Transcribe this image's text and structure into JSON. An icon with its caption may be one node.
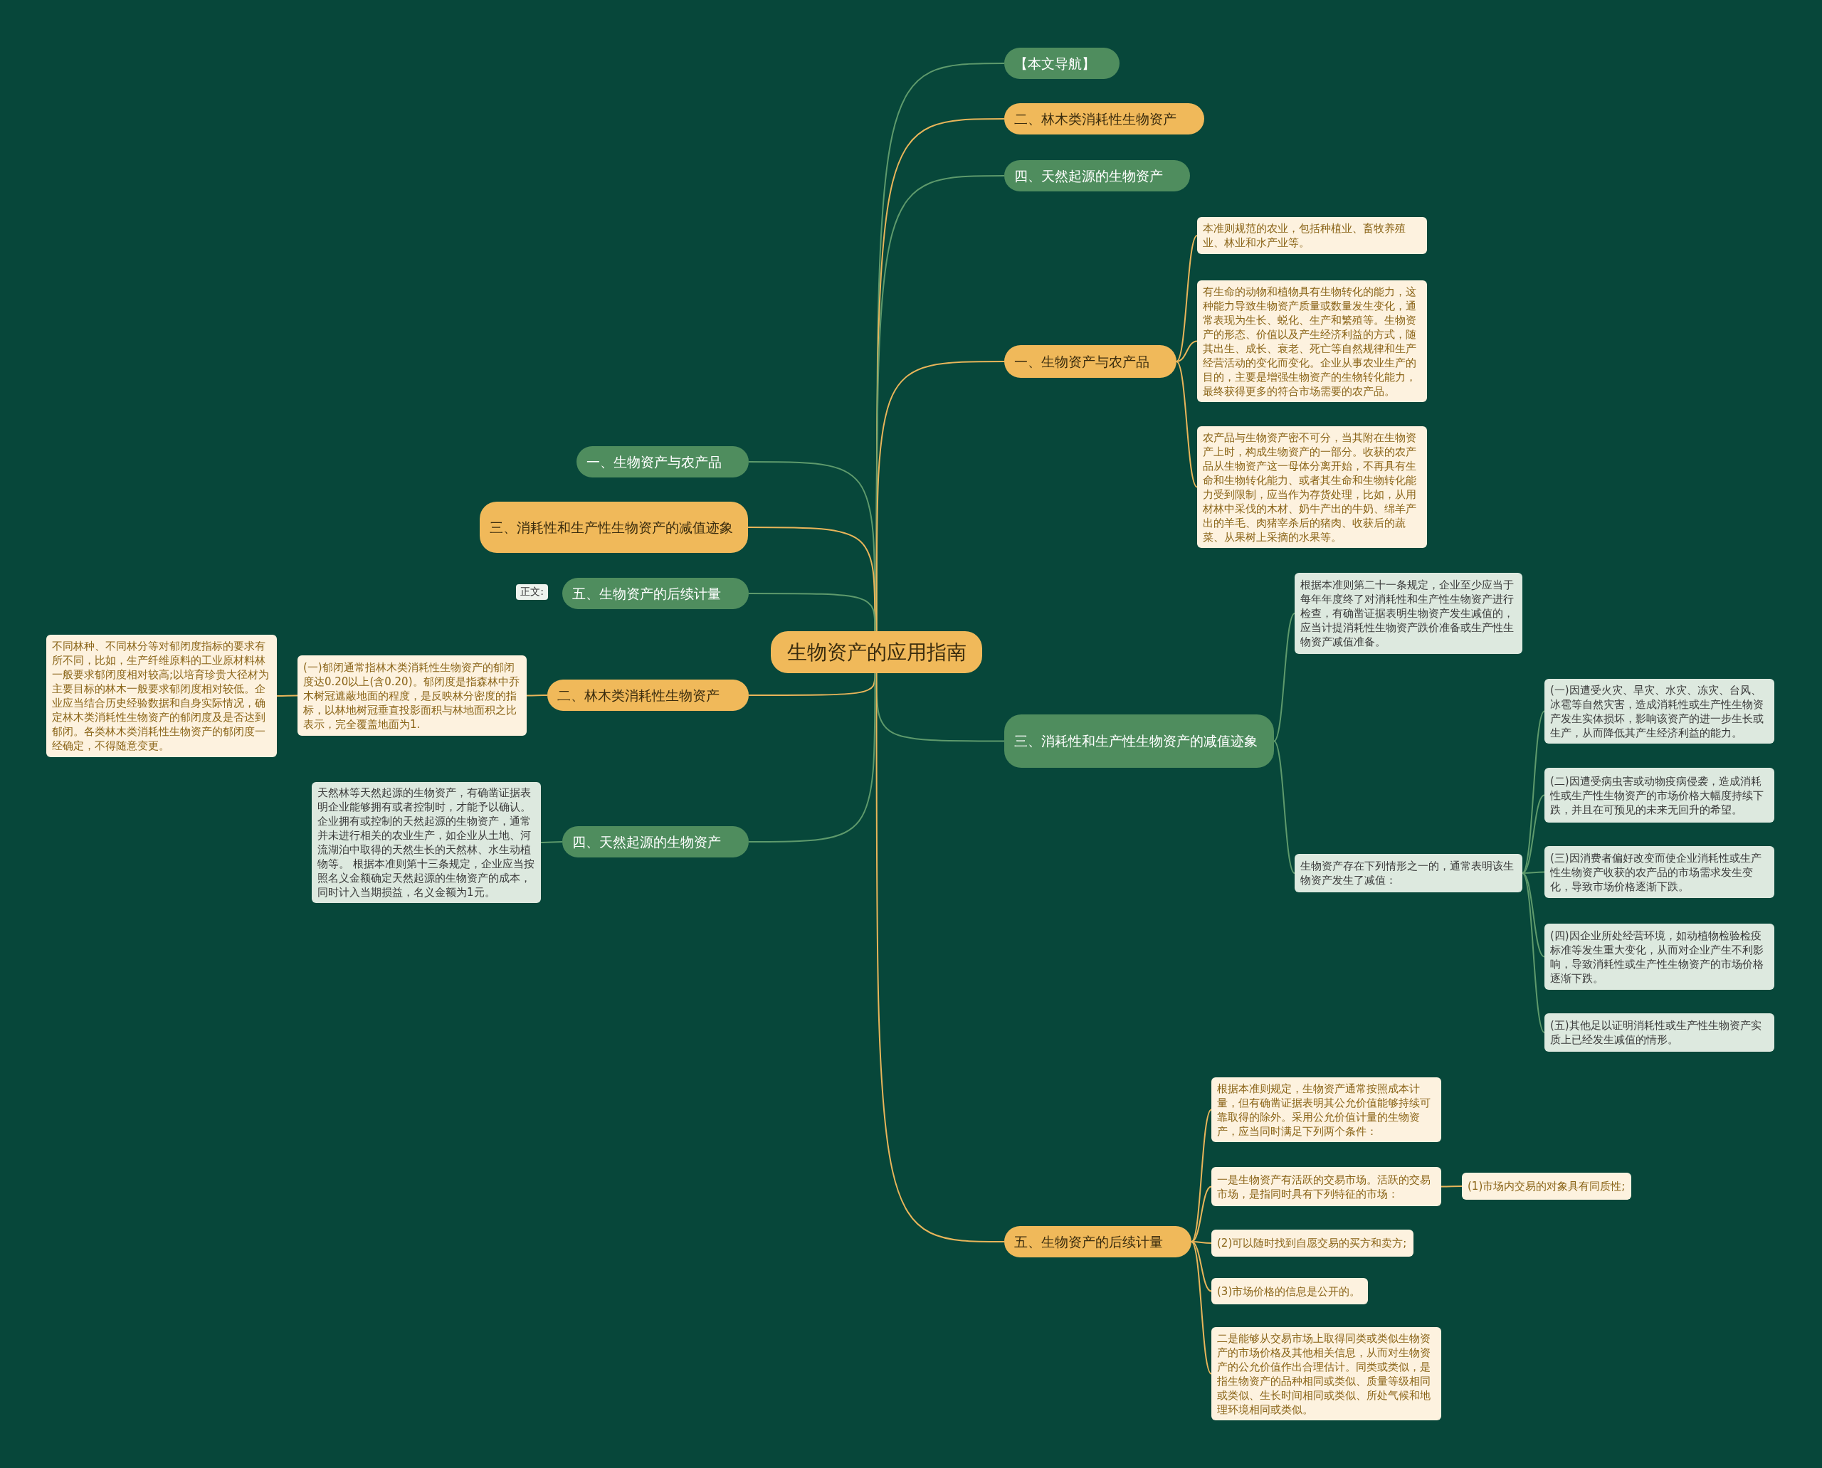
{
  "diagram": {
    "nodes": [
      {
        "text": [
          "生物资产的应用指南"
        ]
      },
      {
        "text": [
          "【本文导航】"
        ]
      },
      {
        "text": [
          "二、林木类消耗性生物资产"
        ]
      },
      {
        "text": [
          "四、天然起源的生物资产"
        ]
      },
      {
        "text": [
          "一、生物资产与农产品"
        ]
      },
      {
        "text": [
          "本准则规范的农业，包括种植业、畜牧养殖业、林业和水产业等。"
        ]
      },
      {
        "text": [
          "有生命的动物和植物具有生物转化的能力，这种能力导致生物资产质量或数量发生变化，通常表现为生长、蜕化、生产和繁殖等。生物资产的形态、价值以及产生经济利益的方式，随其出生、成长、衰老、死亡等自然规律和生产经营活动的变化而变化。企业从事农业生产的目的，主要是增强生物资产的生物转化能力，最终获得更多的符合市场需要的农产品。"
        ]
      },
      {
        "text": [
          "农产品与生物资产密不可分，当其附在生物资产上时，构成生物资产的一部分。收获的农产品从生物资产这一母体分离开始，不再具有生命和生物转化能力、或者其生命和生物转化能力受到限制，应当作为存货处理，比如，从用材林中采伐的木材、奶牛产出的牛奶、绵羊产出的羊毛、肉猪宰杀后的猪肉、收获后的蔬菜、从果树上采摘的水果等。"
        ]
      },
      {
        "text": [
          "三、消耗性和生产性生物资产的减值迹象"
        ]
      },
      {
        "text": [
          "根据本准则第二十一条规定，企业至少应当于每年年度终了对消耗性和生产性生物资产进行检查，有确凿证据表明生物资产发生减值的，应当计提消耗性生物资产跌价准备或生产性生物资产减值准备。"
        ]
      },
      {
        "text": [
          "生物资产存在下列情形之一的，通常表明该生物资产发生了减值："
        ]
      },
      {
        "text": [
          "(一)因遭受火灾、旱灾、水灾、冻灾、台风、冰雹等自然灾害，造成消耗性或生产性生物资产发生实体损坏，影响该资产的进一步生长或生产，从而降低其产生经济利益的能力。"
        ]
      },
      {
        "text": [
          "(二)因遭受病虫害或动物疫病侵袭，造成消耗性或生产性生物资产的市场价格大幅度持续下跌，并且在可预见的未来无回升的希望。"
        ]
      },
      {
        "text": [
          "(三)因消费者偏好改变而使企业消耗性或生产性生物资产收获的农产品的市场需求发生变化，导致市场价格逐渐下跌。"
        ]
      },
      {
        "text": [
          "(四)因企业所处经营环境，如动植物检验检疫标准等发生重大变化，从而对企业产生不利影响，导致消耗性或生产性生物资产的市场价格逐渐下跌。"
        ]
      },
      {
        "text": [
          "(五)其他足以证明消耗性或生产性生物资产实质上已经发生减值的情形。"
        ]
      },
      {
        "text": [
          "五、生物资产的后续计量"
        ]
      },
      {
        "text": [
          "根据本准则规定，生物资产通常按照成本计量，但有确凿证据表明其公允价值能够持续可靠取得的除外。采用公允价值计量的生物资产，应当同时满足下列两个条件："
        ]
      },
      {
        "text": [
          "一是生物资产有活跃的交易市场。活跃的交易市场，是指同时具有下列特征的市场："
        ]
      },
      {
        "text": [
          "(1)市场内交易的对象具有同质性;"
        ]
      },
      {
        "text": [
          "(2)可以随时找到自愿交易的买方和卖方;"
        ]
      },
      {
        "text": [
          "(3)市场价格的信息是公开的。"
        ]
      },
      {
        "text": [
          "二是能够从交易市场上取得同类或类似生物资产的市场价格及其他相关信息，从而对生物资产的公允价值作出合理估计。同类或类似，是指生物资产的品种相同或类似、质量等级相同或类似、生长时间相同或类似、所处气候和地理环境相同或类似。"
        ]
      },
      {
        "text": [
          "一、生物资产与农产品"
        ]
      },
      {
        "text": [
          "三、消耗性和生产性生物资产的减值迹象"
        ]
      },
      {
        "text": [
          "五、生物资产的后续计量"
        ],
        "beside": [
          "正文:"
        ]
      },
      {
        "text": [
          "二、林木类消耗性生物资产"
        ]
      },
      {
        "text": [
          "(一)郁闭通常指林木类消耗性生物资产的郁闭度达0.20以上(含0.20)。郁闭度是指森林中乔木树冠遮蔽地面的程度，是反映林分密度的指标，以林地树冠垂直投影面积与林地面积之比表示，完全覆盖地面为1."
        ]
      },
      {
        "text": [
          "不同林种、不同林分等对郁闭度指标的要求有所不同，比如，生产纤维原料的工业原材料林一般要求郁闭度相对较高;以培育珍贵大径材为主要目标的林木一般要求郁闭度相对较低。企业应当结合历史经验数据和自身实际情况，确定林木类消耗性生物资产的郁闭度及是否达到郁闭。各类林木类消耗性生物资产的郁闭度一经确定，不得随意变更。"
        ]
      },
      {
        "text": [
          "四、天然起源的生物资产"
        ]
      },
      {
        "text": [
          "天然林等天然起源的生物资产，有确凿证据表明企业能够拥有或者控制时，才能予以确认。企业拥有或控制的天然起源的生物资产，通常并未进行相关的农业生产，如企业从土地、河流湖泊中取得的天然生长的天然林、水生动植物等。 根据本准则第十三条规定，企业应当按照名义金额确定天然起源的生物资产的成本，同时计入当期损益，名义金额为1元。"
        ]
      }
    ],
    "edges": [
      {
        "from": 0,
        "to": 1,
        "arrow": "none",
        "color": "#5e9a6c"
      },
      {
        "from": 0,
        "to": 2,
        "arrow": "none"
      },
      {
        "from": 0,
        "to": 3,
        "arrow": "none",
        "color": "#5e9a6c"
      },
      {
        "from": 0,
        "to": 4,
        "arrow": "none"
      },
      {
        "from": 4,
        "to": 5,
        "arrow": "none"
      },
      {
        "from": 4,
        "to": 6,
        "arrow": "none"
      },
      {
        "from": 4,
        "to": 7,
        "arrow": "none"
      },
      {
        "from": 0,
        "to": 8,
        "arrow": "none",
        "color": "#5e9a6c"
      },
      {
        "from": 8,
        "to": 9,
        "arrow": "none",
        "color": "#5e9a6c"
      },
      {
        "from": 8,
        "to": 10,
        "arrow": "none",
        "color": "#5e9a6c"
      },
      {
        "from": 10,
        "to": 11,
        "arrow": "none",
        "color": "#5e9a6c"
      },
      {
        "from": 10,
        "to": 12,
        "arrow": "none",
        "color": "#5e9a6c"
      },
      {
        "from": 10,
        "to": 13,
        "arrow": "none",
        "color": "#5e9a6c"
      },
      {
        "from": 10,
        "to": 14,
        "arrow": "none",
        "color": "#5e9a6c"
      },
      {
        "from": 10,
        "to": 15,
        "arrow": "none",
        "color": "#5e9a6c"
      },
      {
        "from": 0,
        "to": 16,
        "arrow": "none"
      },
      {
        "from": 16,
        "to": 17,
        "arrow": "none"
      },
      {
        "from": 16,
        "to": 18,
        "arrow": "none"
      },
      {
        "from": 18,
        "to": 19,
        "arrow": "none"
      },
      {
        "from": 16,
        "to": 20,
        "arrow": "none"
      },
      {
        "from": 16,
        "to": 21,
        "arrow": "none"
      },
      {
        "from": 16,
        "to": 22,
        "arrow": "none"
      },
      {
        "from": 0,
        "to": 23,
        "arrow": "none",
        "color": "#5e9a6c"
      },
      {
        "from": 0,
        "to": 24,
        "arrow": "none"
      },
      {
        "from": 0,
        "to": 25,
        "arrow": "none",
        "color": "#5e9a6c"
      },
      {
        "from": 0,
        "to": 26,
        "arrow": "none"
      },
      {
        "from": 26,
        "to": 27,
        "arrow": "none"
      },
      {
        "from": 27,
        "to": 28,
        "arrow": "none"
      },
      {
        "from": 0,
        "to": 29,
        "arrow": "none",
        "color": "#5e9a6c"
      },
      {
        "from": 29,
        "to": 30,
        "arrow": "none",
        "color": "#5e9a6c"
      }
    ]
  }
}
